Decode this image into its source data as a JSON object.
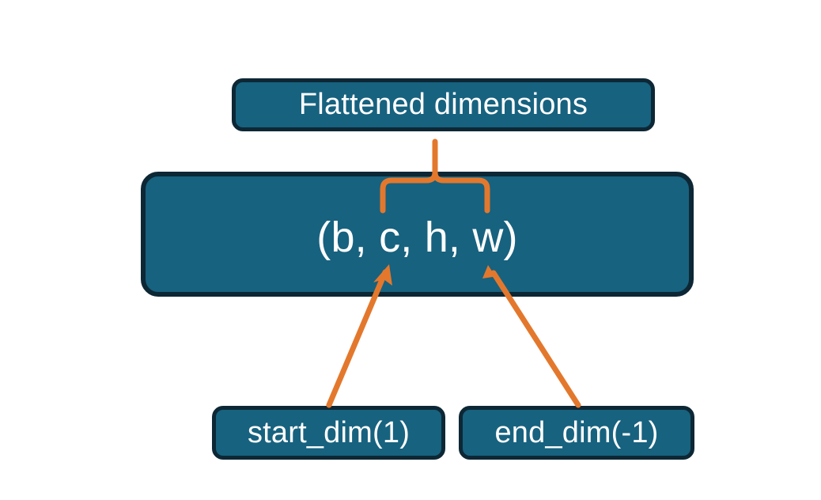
{
  "diagram": {
    "title_node": {
      "label": "Flattened dimensions",
      "name": "flattened-dimensions-box"
    },
    "shape_node": {
      "label": "(b, c, h, w)",
      "name": "tensor-shape-box",
      "dims": [
        "b",
        "c",
        "h",
        "w"
      ]
    },
    "argument_nodes": [
      {
        "label": "start_dim(1)",
        "name": "start-dim-box",
        "value": 1
      },
      {
        "label": "end_dim(-1)",
        "name": "end-dim-box",
        "value": -1
      }
    ],
    "connectors": [
      {
        "name": "brace-connector",
        "from": "tensor-shape-box",
        "to": "flattened-dimensions-box",
        "style": "curly-brace"
      },
      {
        "name": "start-dim-arrow",
        "from": "start-dim-box",
        "to": "tensor-shape-box",
        "style": "arrow"
      },
      {
        "name": "end-dim-arrow",
        "from": "end-dim-box",
        "to": "tensor-shape-box",
        "style": "arrow"
      }
    ]
  },
  "colors": {
    "box_fill": "#17627F",
    "box_border": "#0D2735",
    "accent_orange": "#E3782D",
    "text": "#FFFFFF",
    "background": "#FFFFFF"
  }
}
